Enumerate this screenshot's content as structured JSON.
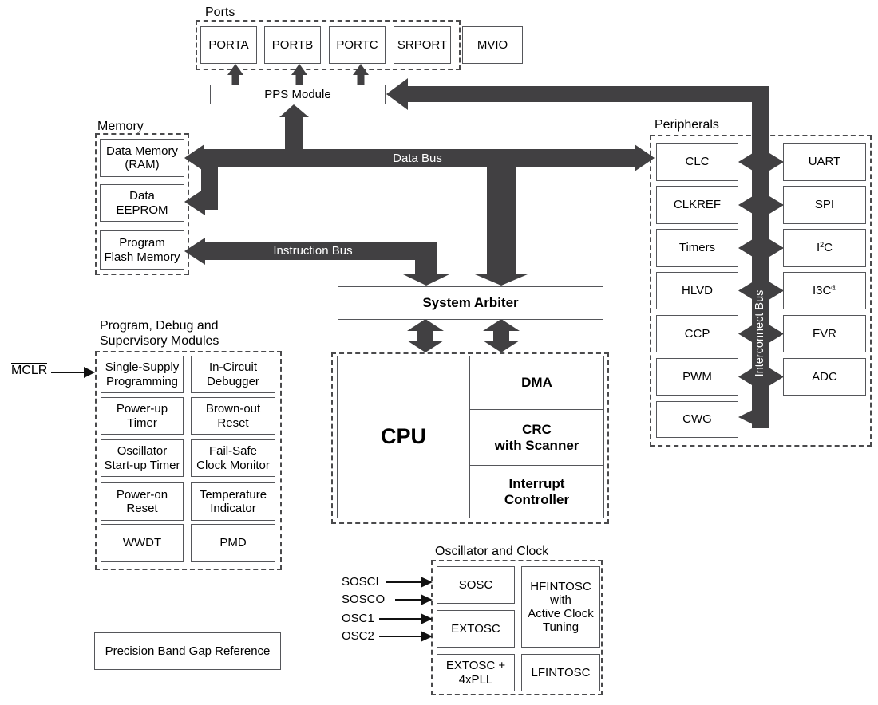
{
  "ports": {
    "title": "Ports",
    "items": [
      "PORTA",
      "PORTB",
      "PORTC",
      "SRPORT"
    ],
    "mvio": "MVIO"
  },
  "pps": {
    "label": "PPS Module"
  },
  "memory": {
    "title": "Memory",
    "ram": "Data Memory\n(RAM)",
    "eeprom": "Data\nEEPROM",
    "flash": "Program\nFlash Memory"
  },
  "buses": {
    "data": "Data Bus",
    "instruction": "Instruction Bus",
    "interconnect": "Interconnect Bus"
  },
  "arbiter": {
    "label": "System Arbiter"
  },
  "cpu": {
    "label": "CPU",
    "dma": "DMA",
    "crc": "CRC\nwith Scanner",
    "interrupt": "Interrupt\nController"
  },
  "peripherals": {
    "title": "Peripherals",
    "left": [
      "CLC",
      "CLKREF",
      "Timers",
      "HLVD",
      "CCP",
      "PWM",
      "CWG"
    ],
    "right": [
      {
        "pre": "UART",
        "sup": "",
        "post": ""
      },
      {
        "pre": "SPI",
        "sup": "",
        "post": ""
      },
      {
        "pre": "I",
        "sup": "2",
        "post": "C"
      },
      {
        "pre": "I3C",
        "sup": "®",
        "post": ""
      },
      {
        "pre": "FVR",
        "sup": "",
        "post": ""
      },
      {
        "pre": "ADC",
        "sup": "",
        "post": ""
      }
    ]
  },
  "mclr": {
    "label": "MCLR"
  },
  "debug": {
    "title": "Program, Debug and\nSupervisory Modules",
    "left": [
      "Single-Supply\nProgramming",
      "Power-up\nTimer",
      "Oscillator\nStart-up Timer",
      "Power-on\nReset",
      "WWDT"
    ],
    "right": [
      "In-Circuit\nDebugger",
      "Brown-out\nReset",
      "Fail-Safe\nClock Monitor",
      "Temperature\nIndicator",
      "PMD"
    ]
  },
  "oscillator": {
    "title": "Oscillator and Clock",
    "inputs": [
      "SOSCI",
      "SOSCO",
      "OSC1",
      "OSC2"
    ],
    "left": [
      "SOSC",
      "EXTOSC",
      "EXTOSC +\n4xPLL"
    ],
    "hf": "HFINTOSC\nwith\nActive Clock\nTuning",
    "lf": "LFINTOSC"
  },
  "bandgap": {
    "label": "Precision Band Gap Reference"
  },
  "colors": {
    "bus": "#414042",
    "box_border": "#55565a",
    "dashed_border": "#4a4a4c",
    "bus_label": "#ffffff",
    "text": "#000000",
    "background": "#ffffff"
  }
}
